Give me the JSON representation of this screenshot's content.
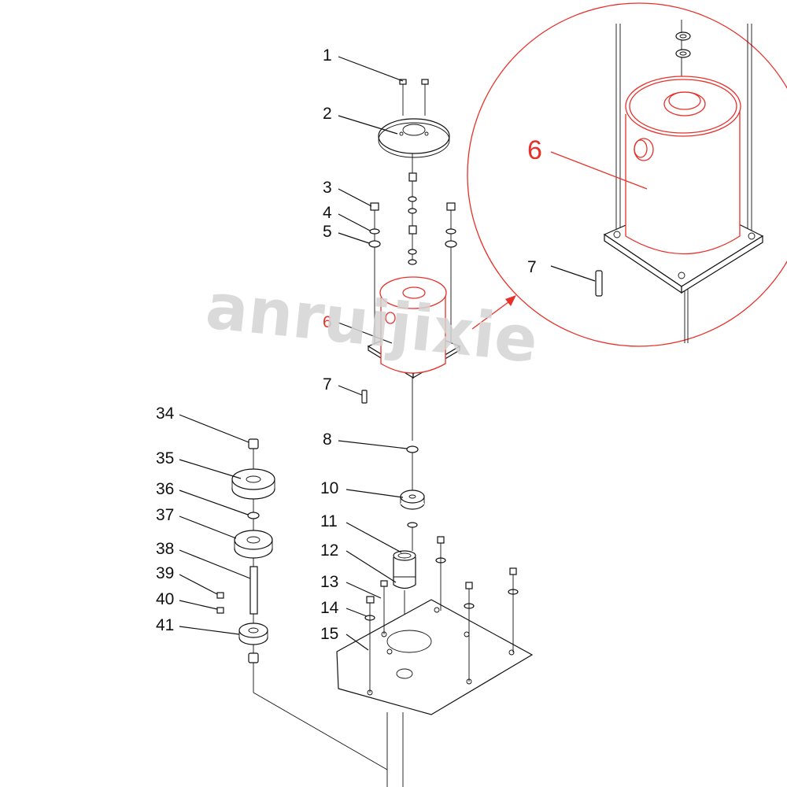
{
  "watermark": "anruijixie",
  "callouts": [
    {
      "id": "1",
      "text": "1"
    },
    {
      "id": "2",
      "text": "2"
    },
    {
      "id": "3",
      "text": "3"
    },
    {
      "id": "4",
      "text": "4"
    },
    {
      "id": "5",
      "text": "5"
    },
    {
      "id": "6",
      "text": "6"
    },
    {
      "id": "7",
      "text": "7"
    },
    {
      "id": "8",
      "text": "8"
    },
    {
      "id": "10",
      "text": "10"
    },
    {
      "id": "11",
      "text": "11"
    },
    {
      "id": "12",
      "text": "12"
    },
    {
      "id": "13",
      "text": "13"
    },
    {
      "id": "14",
      "text": "14"
    },
    {
      "id": "15",
      "text": "15"
    },
    {
      "id": "34",
      "text": "34"
    },
    {
      "id": "35",
      "text": "35"
    },
    {
      "id": "36",
      "text": "36"
    },
    {
      "id": "37",
      "text": "37"
    },
    {
      "id": "38",
      "text": "38"
    },
    {
      "id": "39",
      "text": "39"
    },
    {
      "id": "40",
      "text": "40"
    },
    {
      "id": "41",
      "text": "41"
    }
  ],
  "detail_view": {
    "label_6": "6",
    "label_7": "7"
  },
  "colors": {
    "highlight": "#e8302a",
    "line": "#111111",
    "watermark": "#d4d4d4"
  }
}
